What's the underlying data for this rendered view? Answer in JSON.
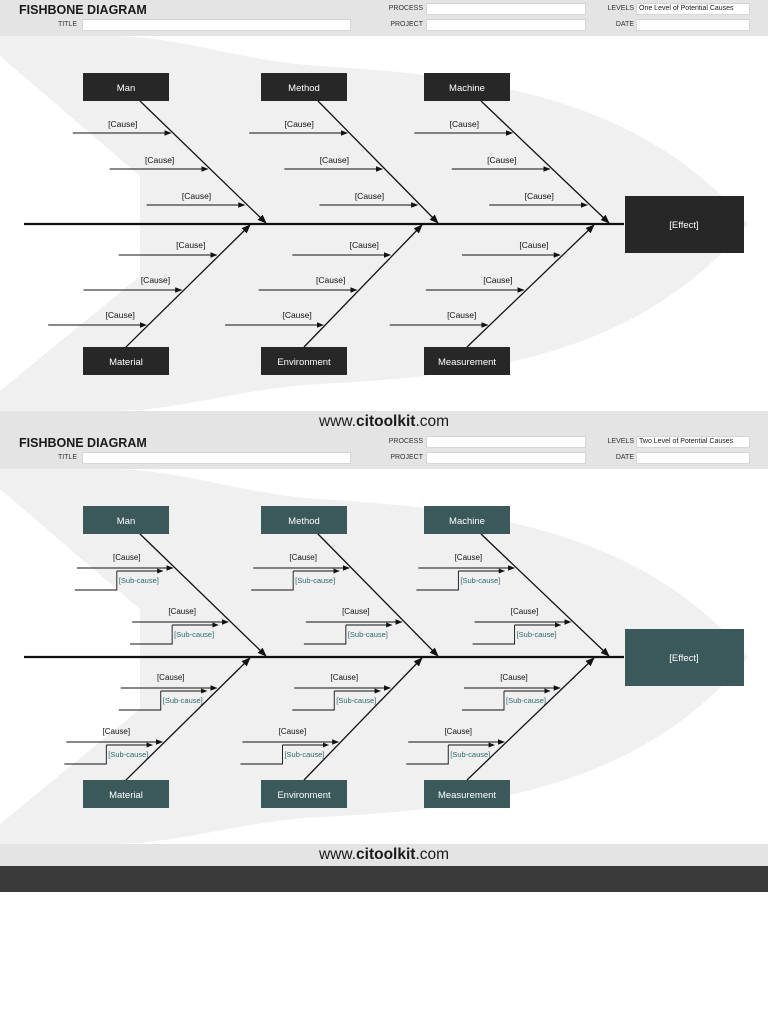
{
  "footer": {
    "prefix": "www.",
    "brand": "citoolkit",
    "suffix": ".com"
  },
  "panels": [
    {
      "header": {
        "title": "FISHBONE DIAGRAM",
        "title_label": "TITLE",
        "process_label": "PROCESS",
        "project_label": "PROJECT",
        "levels_label": "LEVELS",
        "levels_value": "One Level of Potential Causes",
        "date_label": "DATE",
        "title_value": "",
        "process_value": "",
        "project_value": "",
        "date_value": ""
      },
      "box_color": "#272727",
      "effect": "[Effect]",
      "categories_top": [
        "Man",
        "Method",
        "Machine"
      ],
      "categories_bottom": [
        "Material",
        "Environment",
        "Measurement"
      ],
      "cause_label": "[Cause]"
    },
    {
      "header": {
        "title": "FISHBONE DIAGRAM",
        "title_label": "TITLE",
        "process_label": "PROCESS",
        "project_label": "PROJECT",
        "levels_label": "LEVELS",
        "levels_value": "Two Level of Potential Causes",
        "date_label": "DATE",
        "title_value": "",
        "process_value": "",
        "project_value": "",
        "date_value": ""
      },
      "box_color": "#3b585b",
      "effect": "[Effect]",
      "categories_top": [
        "Man",
        "Method",
        "Machine"
      ],
      "categories_bottom": [
        "Material",
        "Environment",
        "Measurement"
      ],
      "cause_label": "[Cause]",
      "subcause_label": "[Sub-cause]"
    }
  ]
}
